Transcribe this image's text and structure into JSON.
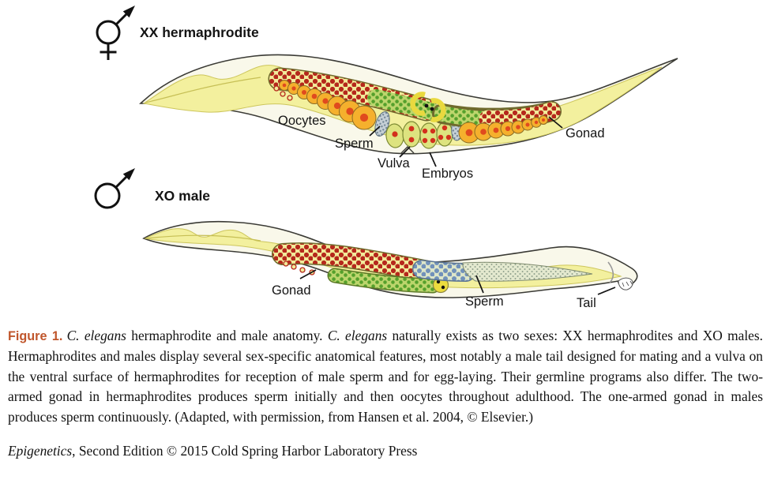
{
  "palette": {
    "figure_label_red": "#c0562c",
    "body_fill": "#f9f8ea",
    "intestine_yellow": "#f3f09e",
    "germ_cell_red": "#b5281c",
    "oocyte_orange": "#f5b02d",
    "oocyte_nucleus_red": "#e04a1e",
    "meiotic_green": "#55a02c",
    "sperm_blue": "#7191ba",
    "outline": "#3a3a35"
  },
  "hermaphrodite": {
    "symbol_label": "XX hermaphrodite",
    "labels": {
      "oocytes": "Oocytes",
      "sperm": "Sperm",
      "vulva": "Vulva",
      "embryos": "Embryos",
      "gonad": "Gonad"
    }
  },
  "male": {
    "symbol_label": "XO male",
    "labels": {
      "gonad": "Gonad",
      "sperm": "Sperm",
      "tail": "Tail"
    }
  },
  "caption": {
    "label": "Figure 1.",
    "italic1": "C. elegans",
    "text1": " hermaphrodite and male anatomy. ",
    "italic2": "C. elegans",
    "text2": " naturally exists as two sexes: XX hermaphrodites and XO males. Hermaphrodites and males display several sex-specific anatomical features, most notably a male tail designed for mating and a vulva on the ventral surface of hermaphrodites for reception of male sperm and for egg-laying. Their germline programs also differ. The two-armed gonad in hermaphrodites produces sperm initially and then oocytes throughout adulthood. The one-armed gonad in males produces sperm continuously. (Adapted, with permission, from Hansen et al. 2004, © Elsevier.)"
  },
  "footer": {
    "italic": "Epigenetics",
    "rest": ", Second Edition © 2015 Cold Spring Harbor Laboratory Press"
  }
}
